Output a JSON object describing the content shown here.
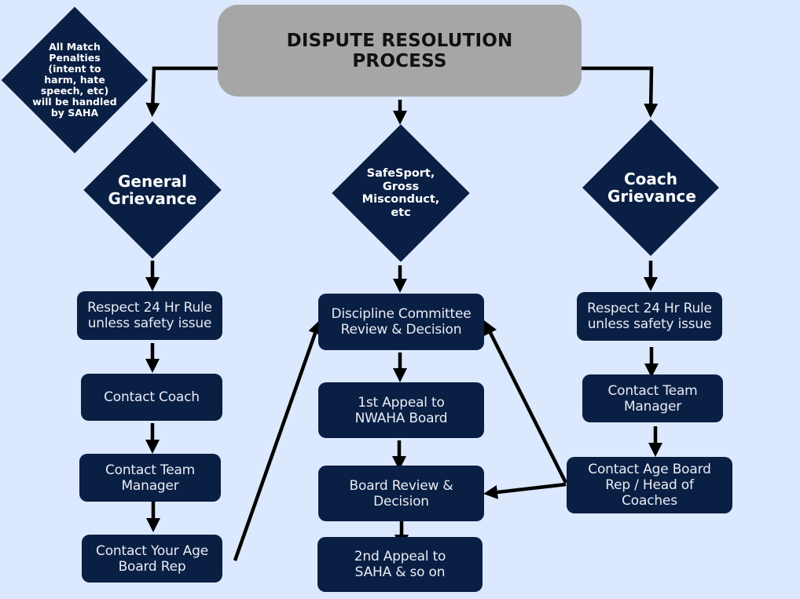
{
  "title": "DISPUTE RESOLUTION\nPROCESS",
  "colors": {
    "background": "#dce8fd",
    "node_fill": "#0a1f44",
    "title_fill": "#a6a6a6",
    "arrow": "#000000"
  },
  "note": "All Match Penalties (intent to harm, hate speech, etc) will be handled by SAHA",
  "branches": [
    {
      "decision": "General Grievance",
      "steps": [
        "Respect 24 Hr Rule unless safety issue",
        "Contact Coach",
        "Contact Team Manager",
        "Contact Your Age Board Rep"
      ]
    },
    {
      "decision": "SafeSport, Gross Misconduct, etc",
      "steps": [
        "Discipline Committee Review & Decision",
        "1st Appeal to NWAHA Board",
        "Board Review & Decision",
        "2nd Appeal to SAHA & so on"
      ]
    },
    {
      "decision": "Coach Grievance",
      "steps": [
        "Respect 24 Hr Rule unless safety issue",
        "Contact Team Manager",
        "Contact Age Board Rep / Head of Coaches"
      ]
    }
  ],
  "connections": [
    {
      "from": "title",
      "to": "General Grievance"
    },
    {
      "from": "title",
      "to": "SafeSport, Gross Misconduct, etc"
    },
    {
      "from": "title",
      "to": "Coach Grievance"
    },
    {
      "from": "Contact Your Age Board Rep",
      "to": "Discipline Committee Review & Decision"
    },
    {
      "from": "Contact Age Board Rep / Head of Coaches",
      "to": "Discipline Committee Review & Decision"
    },
    {
      "from": "Contact Age Board Rep / Head of Coaches",
      "to": "Board Review & Decision"
    }
  ]
}
